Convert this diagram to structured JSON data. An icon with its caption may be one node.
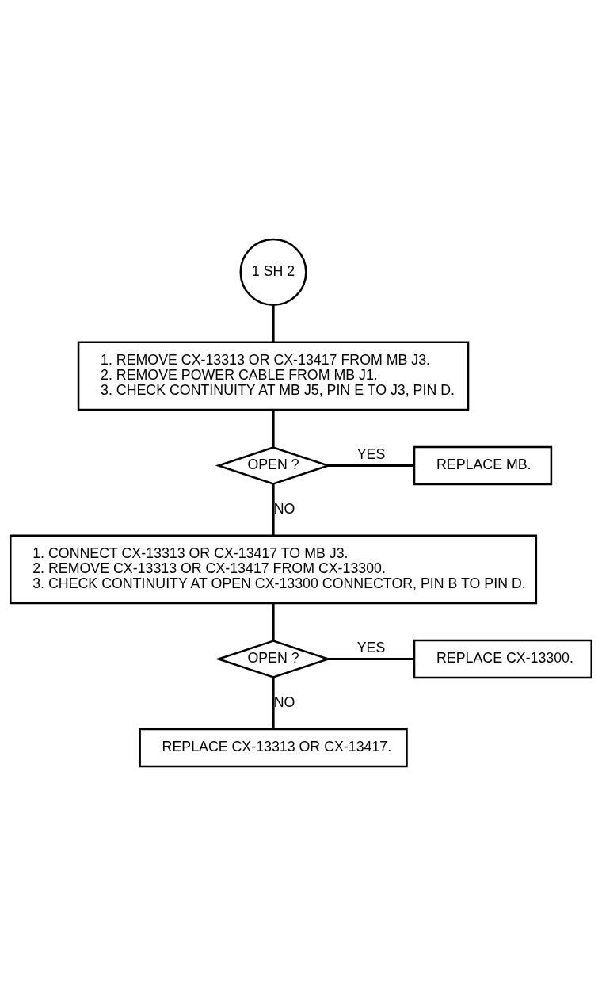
{
  "diagram": {
    "nodes": [
      {
        "text": [
          "1 SH 2"
        ]
      },
      {
        "text": [
          "1. REMOVE CX-13313 OR CX-13417 FROM MB J3.",
          "2. REMOVE POWER CABLE FROM MB J1.",
          "3. CHECK CONTINUITY AT MB J5, PIN E TO J3, PIN D."
        ]
      },
      {
        "text": [
          "OPEN ?"
        ]
      },
      {
        "text": [
          "REPLACE MB."
        ]
      },
      {
        "text": [
          "1. CONNECT CX-13313 OR CX-13417 TO MB J3.",
          "2. REMOVE CX-13313 OR CX-13417 FROM CX-13300.",
          "3. CHECK CONTINUITY AT OPEN CX-13300 CONNECTOR, PIN B TO PIN D."
        ]
      },
      {
        "text": [
          "OPEN ?"
        ]
      },
      {
        "text": [
          "REPLACE CX-13300."
        ]
      },
      {
        "text": [
          "REPLACE CX-13313 OR CX-13417."
        ]
      }
    ],
    "edges": [
      {
        "from": 0,
        "to": 1,
        "arrow": "none"
      },
      {
        "from": 1,
        "to": 2,
        "arrow": "none"
      },
      {
        "from": 2,
        "to": 3,
        "arrow": "none",
        "label": "YES"
      },
      {
        "from": 2,
        "to": 4,
        "arrow": "none",
        "label": "NO"
      },
      {
        "from": 4,
        "to": 5,
        "arrow": "none"
      },
      {
        "from": 5,
        "to": 6,
        "arrow": "none",
        "label": "YES"
      },
      {
        "from": 5,
        "to": 7,
        "arrow": "none",
        "label": "NO"
      }
    ]
  }
}
